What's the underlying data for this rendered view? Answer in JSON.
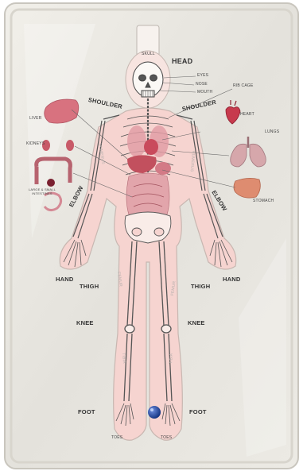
{
  "labels": {
    "skull": "SKULL",
    "head": "HEAD",
    "eyes": "EYES",
    "nose": "NOSE",
    "mouth": "MOUTH",
    "shoulder_left": "SHOULDER",
    "shoulder_right": "SHOULDER",
    "rib_cage": "RIB CAGE",
    "heart": "HEART",
    "lungs": "LUNGS",
    "liver": "LIVER",
    "kidneys": "KIDNEYS",
    "intestines": "LARGE & SMALL INTESTINES",
    "humerus_left": "HUMERUS",
    "humerus_right": "HUMERUS",
    "elbow_left": "ELBOW",
    "elbow_right": "ELBOW",
    "stomach": "STOMACH",
    "hand_left": "HAND",
    "hand_right": "HAND",
    "thigh_left": "THIGH",
    "thigh_right": "THIGH",
    "femur_left": "FEMUR",
    "femur_right": "FEMUR",
    "knee_left": "KNEE",
    "knee_right": "KNEE",
    "tibia_left": "TIBIA",
    "tibia_right": "TIBIA",
    "foot_left": "FOOT",
    "foot_right": "FOOT",
    "toes_left": "TOES",
    "toes_right": "TOES"
  },
  "colors": {
    "background": "#ffffff",
    "pouch": "#e8e6e0",
    "body_fill": "#f6d4d0",
    "organ": "#d9707e",
    "bead": "#1c3f9a",
    "bone_line": "#444444"
  }
}
